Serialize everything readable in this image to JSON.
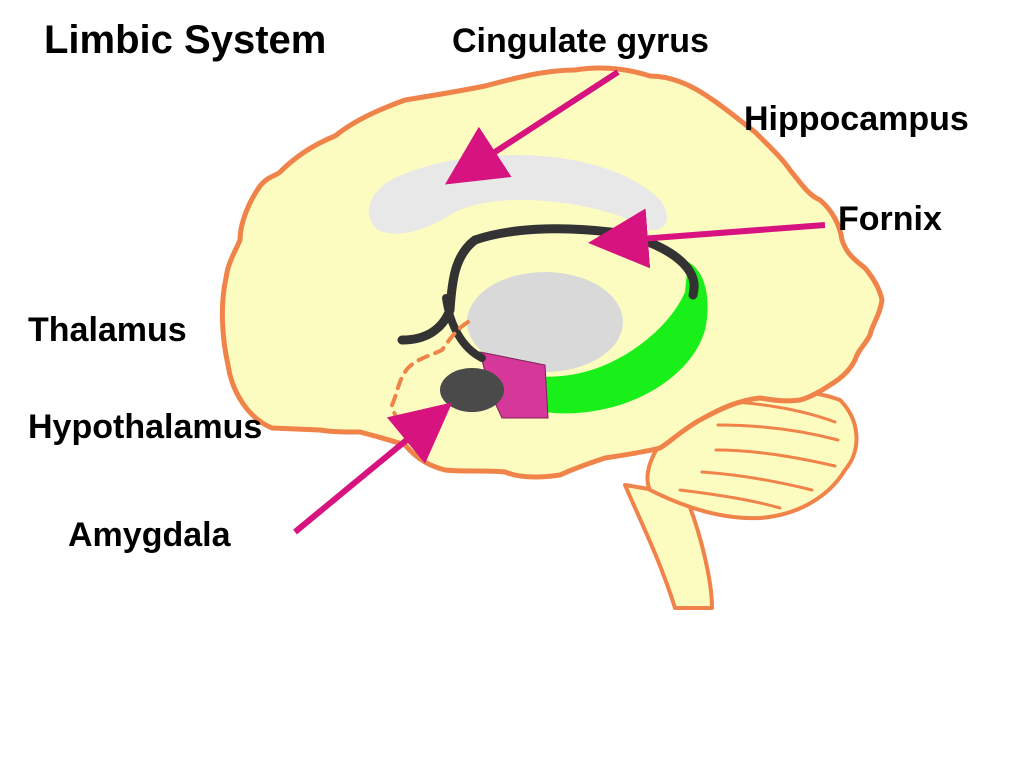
{
  "title": "Limbic System",
  "labels": {
    "cingulate_gyrus": "Cingulate gyrus",
    "hippocampus": "Hippocampus",
    "fornix": "Fornix",
    "thalamus": "Thalamus",
    "hypothalamus": "Hypothalamus",
    "amygdala": "Amygdala"
  },
  "colors": {
    "brain_fill": "#fdfcc0",
    "brain_outline": "#f0834a",
    "cingulate_fill": "#e8e8e8",
    "thalamus_fill": "#d9d9d9",
    "hippocampus_fill": "#19f019",
    "hypothalamus_fill": "#d6389a",
    "amygdala_fill": "#4a4a4a",
    "fornix_stroke": "#333333",
    "arrow": "#d6137f"
  }
}
